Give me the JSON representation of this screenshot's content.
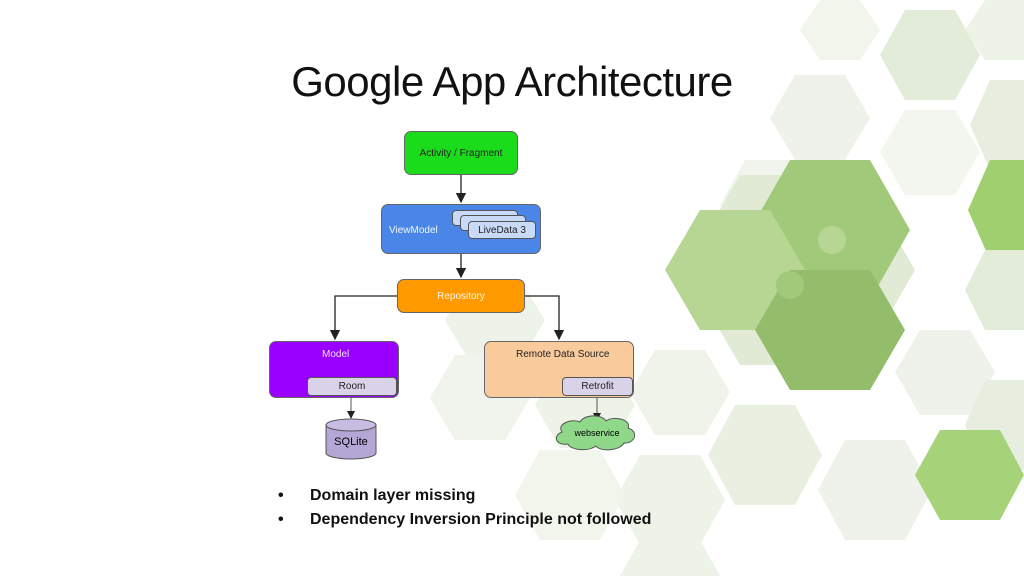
{
  "slide": {
    "title": "Google App Architecture",
    "bullets": [
      "Domain layer missing",
      "Dependency Inversion Principle not followed"
    ],
    "bullet_glyph": "•"
  },
  "diagram": {
    "activity": {
      "label": "Activity / Fragment",
      "color": "#1bdc1b"
    },
    "viewmodel": {
      "label": "ViewModel",
      "color": "#4a86e8"
    },
    "livedata": {
      "label": "LiveData 3",
      "color": "#c9daf8"
    },
    "repository": {
      "label": "Repository",
      "color": "#ff9900"
    },
    "model": {
      "label": "Model",
      "color": "#9900ff"
    },
    "room": {
      "label": "Room",
      "color": "#d9d2e9"
    },
    "sqlite": {
      "label": "SQLite",
      "color": "#b4a7d6"
    },
    "remote": {
      "label": "Remote Data Source",
      "color": "#f9cb9c"
    },
    "retrofit": {
      "label": "Retrofit",
      "color": "#d9d2e9"
    },
    "webservice": {
      "label": "webservice",
      "color": "#8fd88a"
    }
  },
  "theme": {
    "hex_light": "#eef3e8",
    "hex_green": "#a3c97a",
    "hex_mid": "#dce8cc"
  }
}
